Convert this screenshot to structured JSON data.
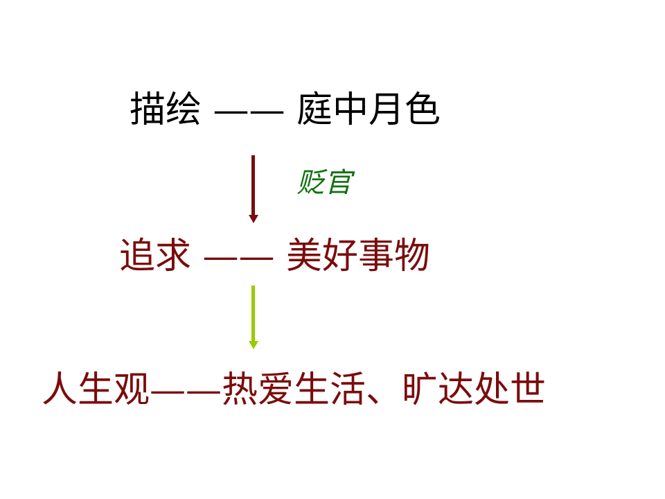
{
  "slide": {
    "line1": {
      "text": "描绘 —— 庭中月色",
      "color": "#000000"
    },
    "arrow1": {
      "color": "#7b0c0c",
      "annotation": "贬官",
      "annotation_color": "#127012"
    },
    "line2": {
      "text": "追求 —— 美好事物",
      "color": "#7b0c0c"
    },
    "arrow2": {
      "color": "#99cc00"
    },
    "line3": {
      "text": "人生观——热爱生活、旷达处世",
      "color": "#7b0c0c"
    }
  }
}
